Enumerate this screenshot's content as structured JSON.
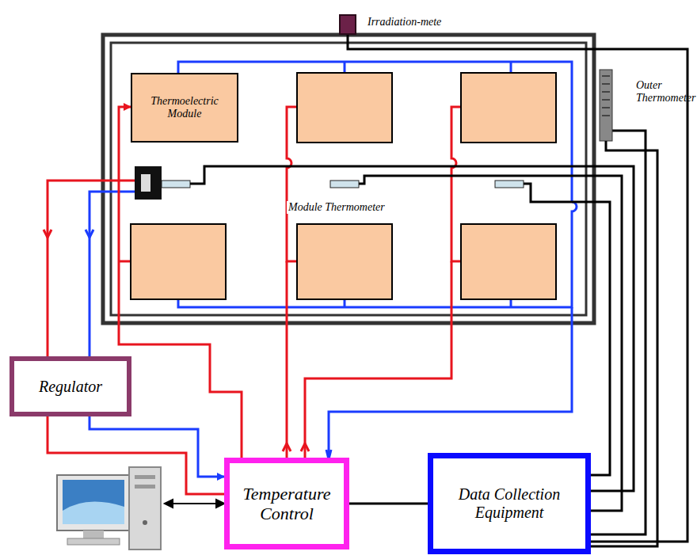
{
  "diagram": {
    "nodes": [
      {
        "text": [
          "Irradiation-mete"
        ]
      },
      {
        "text": [
          "Thermoelectric Module"
        ]
      },
      {
        "text": [
          "Outer Thermometer"
        ]
      },
      {
        "text": [
          "Regulator"
        ]
      },
      {
        "text": [
          "Temperature Control"
        ]
      },
      {
        "text": [
          "Data Collection Equipment"
        ]
      }
    ],
    "edges": [
      {
        "from": 3,
        "to": 4,
        "arrow": "to"
      },
      {
        "from": 3,
        "to": 4,
        "arrow": "none"
      },
      {
        "from": 4,
        "to": 1,
        "arrow": "to"
      },
      {
        "from": 4,
        "to": 5,
        "arrow": "none"
      },
      {
        "from": 5,
        "to": 2,
        "arrow": "none"
      },
      {
        "from": 5,
        "to": 0,
        "arrow": "none"
      }
    ],
    "labels": [
      "Module Thermometer"
    ]
  }
}
